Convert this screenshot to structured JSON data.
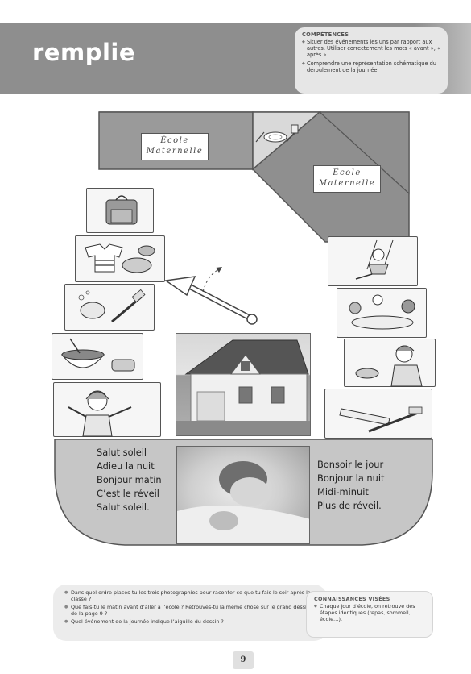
{
  "header": {
    "title": "remplie"
  },
  "competences": {
    "title": "COMPÉTENCES",
    "items": [
      "Situer des événements les uns par rapport aux autres. Utiliser correctement les mots « avant », « après ».",
      "Comprendre une représentation schématique du déroulement de la journée."
    ]
  },
  "scene": {
    "school_label_left": [
      "École",
      "Maternelle"
    ],
    "school_label_right": [
      "École",
      "Maternelle"
    ],
    "poem_left": [
      "Salut soleil",
      "Adieu la nuit",
      "Bonjour matin",
      "C’est le réveil",
      "Salut soleil."
    ],
    "poem_right": [
      "Bonsoir le jour",
      "Bonjour la nuit",
      "Midi-minuit",
      "Plus de réveil."
    ]
  },
  "questions": [
    "Dans quel ordre places-tu les trois photographies pour raconter ce que tu fais le soir après la classe ?",
    "Que fais-tu le matin avant d’aller à l’école ? Retrouves-tu la même chose sur le grand dessin de la page 9 ?",
    "Quel événement de la journée indique l’aiguille du dessin ?"
  ],
  "connaissances": {
    "title": "CONNAISSANCES VISÉES",
    "items": [
      "Chaque jour d’école, on retrouve des étapes identiques (repas, sommeil, école…)."
    ]
  },
  "page_number": "9"
}
